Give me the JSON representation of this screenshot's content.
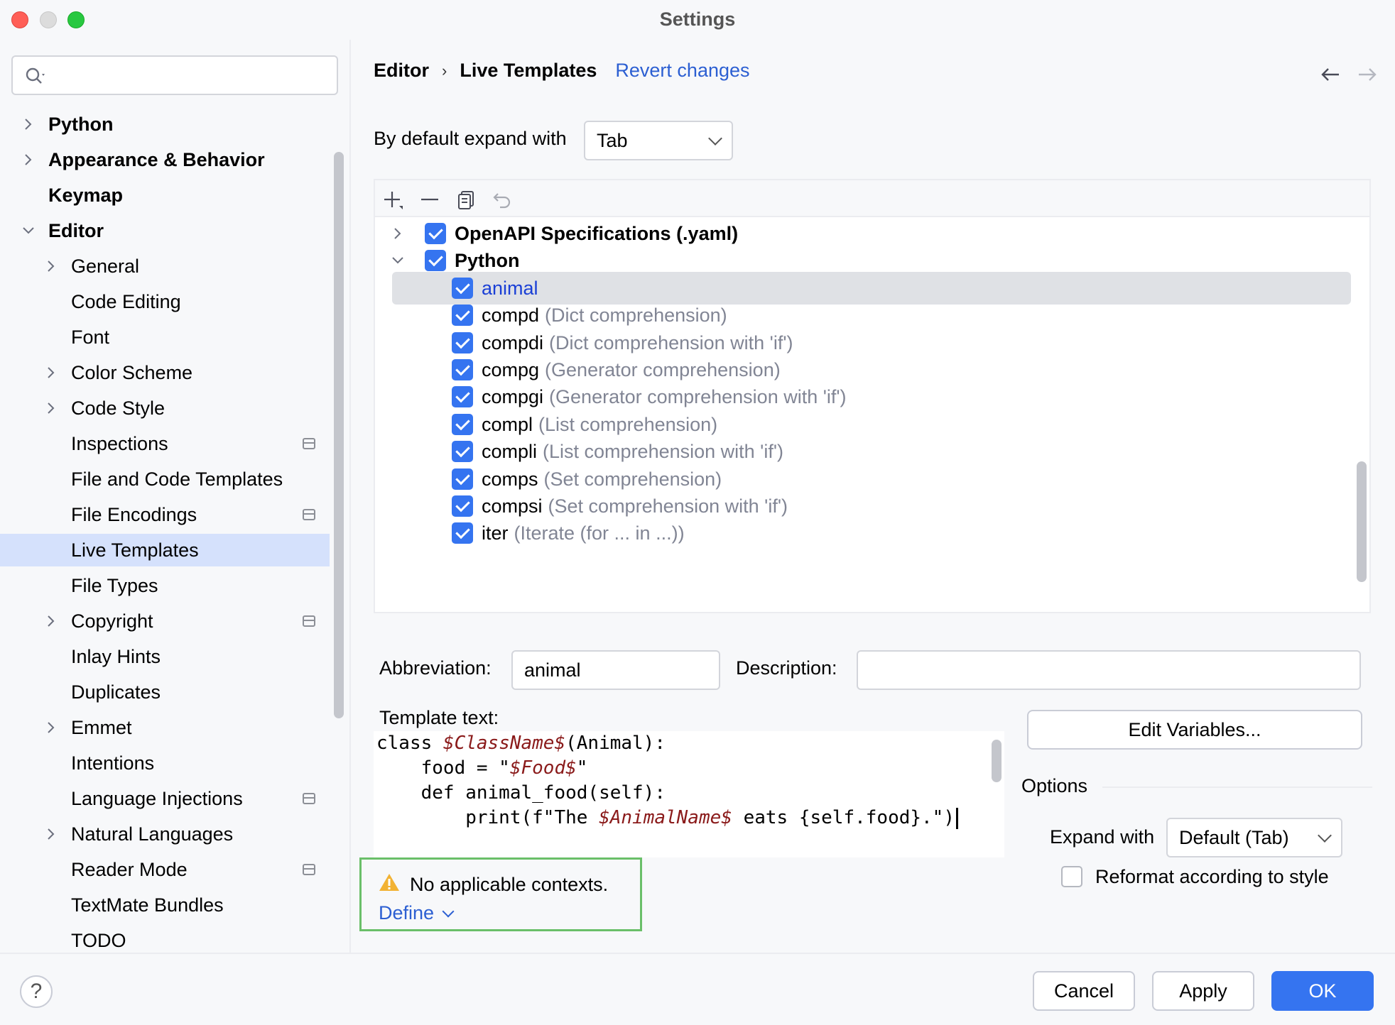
{
  "window": {
    "title": "Settings"
  },
  "sidebar": {
    "search_placeholder": "",
    "items": [
      {
        "label": "Python",
        "level": 0,
        "bold": true,
        "expandable": true,
        "expanded": false,
        "badge": false
      },
      {
        "label": "Appearance & Behavior",
        "level": 0,
        "bold": true,
        "expandable": true,
        "expanded": false,
        "badge": false
      },
      {
        "label": "Keymap",
        "level": 0,
        "bold": true,
        "expandable": false,
        "badge": false
      },
      {
        "label": "Editor",
        "level": 0,
        "bold": true,
        "expandable": true,
        "expanded": true,
        "badge": false
      },
      {
        "label": "General",
        "level": 1,
        "expandable": true,
        "expanded": false,
        "badge": false
      },
      {
        "label": "Code Editing",
        "level": 1,
        "expandable": false,
        "badge": false
      },
      {
        "label": "Font",
        "level": 1,
        "expandable": false,
        "badge": false
      },
      {
        "label": "Color Scheme",
        "level": 1,
        "expandable": true,
        "expanded": false,
        "badge": false
      },
      {
        "label": "Code Style",
        "level": 1,
        "expandable": true,
        "expanded": false,
        "badge": false
      },
      {
        "label": "Inspections",
        "level": 1,
        "expandable": false,
        "badge": true
      },
      {
        "label": "File and Code Templates",
        "level": 1,
        "expandable": false,
        "badge": false
      },
      {
        "label": "File Encodings",
        "level": 1,
        "expandable": false,
        "badge": true
      },
      {
        "label": "Live Templates",
        "level": 1,
        "expandable": false,
        "badge": false,
        "selected": true
      },
      {
        "label": "File Types",
        "level": 1,
        "expandable": false,
        "badge": false
      },
      {
        "label": "Copyright",
        "level": 1,
        "expandable": true,
        "expanded": false,
        "badge": true
      },
      {
        "label": "Inlay Hints",
        "level": 1,
        "expandable": false,
        "badge": false
      },
      {
        "label": "Duplicates",
        "level": 1,
        "expandable": false,
        "badge": false
      },
      {
        "label": "Emmet",
        "level": 1,
        "expandable": true,
        "expanded": false,
        "badge": false
      },
      {
        "label": "Intentions",
        "level": 1,
        "expandable": false,
        "badge": false
      },
      {
        "label": "Language Injections",
        "level": 1,
        "expandable": false,
        "badge": true
      },
      {
        "label": "Natural Languages",
        "level": 1,
        "expandable": true,
        "expanded": false,
        "badge": false
      },
      {
        "label": "Reader Mode",
        "level": 1,
        "expandable": false,
        "badge": true
      },
      {
        "label": "TextMate Bundles",
        "level": 1,
        "expandable": false,
        "badge": false
      },
      {
        "label": "TODO",
        "level": 1,
        "expandable": false,
        "badge": false
      }
    ]
  },
  "breadcrumb": {
    "parent": "Editor",
    "separator": "›",
    "current": "Live Templates",
    "revert": "Revert changes"
  },
  "expand_default": {
    "label": "By default expand with",
    "value": "Tab"
  },
  "templates": {
    "groups": [
      {
        "name": "OpenAPI Specifications (.yaml)",
        "checked": true,
        "expanded": false
      },
      {
        "name": "Python",
        "checked": true,
        "expanded": true
      }
    ],
    "items": [
      {
        "abbr": "animal",
        "desc": "",
        "checked": true,
        "selected": true
      },
      {
        "abbr": "compd",
        "desc": "(Dict comprehension)",
        "checked": true
      },
      {
        "abbr": "compdi",
        "desc": "(Dict comprehension with 'if')",
        "checked": true
      },
      {
        "abbr": "compg",
        "desc": "(Generator comprehension)",
        "checked": true
      },
      {
        "abbr": "compgi",
        "desc": "(Generator comprehension with 'if')",
        "checked": true
      },
      {
        "abbr": "compl",
        "desc": "(List comprehension)",
        "checked": true
      },
      {
        "abbr": "compli",
        "desc": "(List comprehension with 'if')",
        "checked": true
      },
      {
        "abbr": "comps",
        "desc": "(Set comprehension)",
        "checked": true
      },
      {
        "abbr": "compsi",
        "desc": "(Set comprehension with 'if')",
        "checked": true
      },
      {
        "abbr": "iter",
        "desc": "(Iterate (for ... in ...))",
        "checked": true
      }
    ]
  },
  "details": {
    "abbreviation_label": "Abbreviation:",
    "abbreviation_value": "animal",
    "description_label": "Description:",
    "description_value": "",
    "template_text_label": "Template text:",
    "edit_variables": "Edit Variables...",
    "code_lines": [
      [
        {
          "t": "class ",
          "k": "plain"
        },
        {
          "t": "$ClassName$",
          "k": "var"
        },
        {
          "t": "(Animal):",
          "k": "plain"
        }
      ],
      [
        {
          "t": "    food = \"",
          "k": "plain"
        },
        {
          "t": "$Food$",
          "k": "var"
        },
        {
          "t": "\"",
          "k": "plain"
        }
      ],
      [
        {
          "t": "    def animal_food(self):",
          "k": "plain"
        }
      ],
      [
        {
          "t": "        print(f\"The ",
          "k": "plain"
        },
        {
          "t": "$AnimalName$",
          "k": "var"
        },
        {
          "t": " eats {self.food}.\")",
          "k": "plain"
        }
      ]
    ],
    "context_warning": "No applicable contexts.",
    "define": "Define",
    "options_title": "Options",
    "expand_with_label": "Expand with",
    "expand_with_value": "Default (Tab)",
    "reformat_label": "Reformat according to style",
    "reformat_checked": false
  },
  "footer": {
    "help": "?",
    "cancel": "Cancel",
    "apply": "Apply",
    "ok": "OK"
  },
  "colors": {
    "accent": "#3574f0",
    "link": "#2c5fd2",
    "selection": "#d5e1fc",
    "template_var": "#8a1a1a",
    "highlight_box": "#6abf69"
  }
}
